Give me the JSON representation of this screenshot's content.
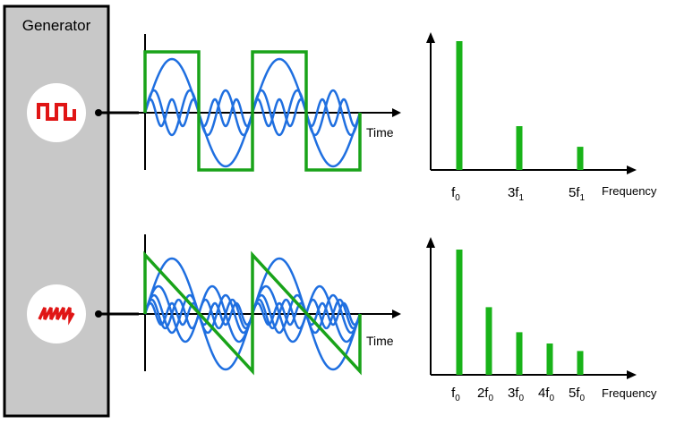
{
  "generator": {
    "label": "Generator"
  },
  "colors": {
    "panel": "#c8c8c8",
    "wave": "#1f6fe0",
    "signal": "#19a319",
    "bar": "#19b319",
    "icon": "#e01515",
    "axis": "#000000"
  },
  "icons": {
    "top": "square-wave-icon",
    "bottom": "sawtooth-wave-icon"
  },
  "time_label": "Time",
  "rows": [
    {
      "name": "square",
      "signal": "square wave",
      "spectrum": {
        "frequency_label": "Frequency",
        "bars": [
          {
            "base": "f",
            "sub": "0",
            "level": 1.0
          },
          {
            "base": "3f",
            "sub": "1",
            "level": 0.34
          },
          {
            "base": "5f",
            "sub": "1",
            "level": 0.18
          }
        ]
      }
    },
    {
      "name": "sawtooth",
      "signal": "sawtooth wave",
      "spectrum": {
        "frequency_label": "Frequency",
        "bars": [
          {
            "base": "f",
            "sub": "0",
            "level": 1.0
          },
          {
            "base": "2f",
            "sub": "0",
            "level": 0.54
          },
          {
            "base": "3f",
            "sub": "0",
            "level": 0.34
          },
          {
            "base": "4f",
            "sub": "0",
            "level": 0.25
          },
          {
            "base": "5f",
            "sub": "0",
            "level": 0.19
          }
        ]
      }
    }
  ]
}
